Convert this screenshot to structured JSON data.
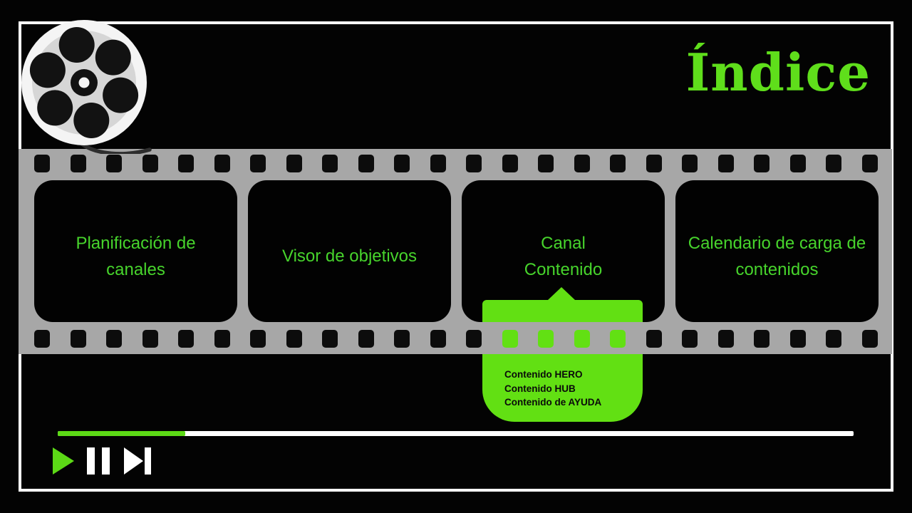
{
  "slide": {
    "title": "Índice"
  },
  "filmstrip": {
    "frames": [
      {
        "line1": "Planificación de",
        "line2": "canales"
      },
      {
        "line1": "Visor de objetivos",
        "line2": ""
      },
      {
        "line1": "Canal",
        "line2": "Contenido"
      },
      {
        "line1": "Calendario de carga de",
        "line2": "contenidos"
      }
    ]
  },
  "callout": {
    "items": [
      "Contenido HERO",
      "Contenido HUB",
      "Contenido de AYUDA"
    ]
  },
  "player": {
    "progress_percent": 16
  },
  "icons": {
    "decoration": "film-reel-icon",
    "controls": [
      "play-icon",
      "pause-icon",
      "skip-next-icon"
    ]
  },
  "colors": {
    "title_green": "#5FDE1B",
    "frame_text_green": "#47D42C",
    "callout_green": "#62E013",
    "player_green": "#5CD916",
    "strip_gray": "#A7A7A7",
    "border_white": "#FFFFFF"
  }
}
